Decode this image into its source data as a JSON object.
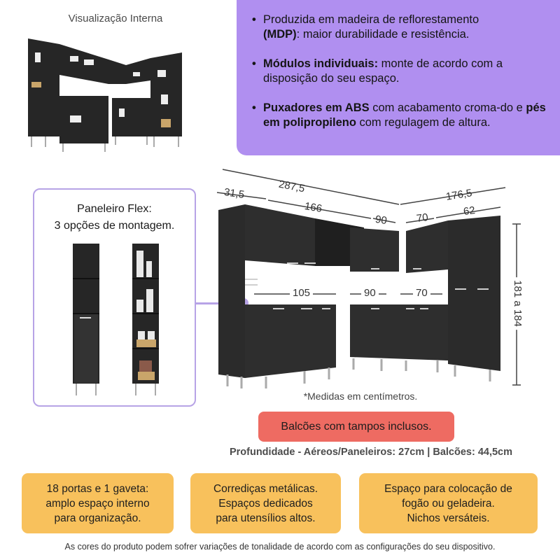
{
  "preview": {
    "title": "Visualização Interna"
  },
  "features": {
    "items": [
      {
        "bold_parts": [
          "(MDP)"
        ],
        "line1": "Produzida em madeira de reflorestamento",
        "line2_bold": "(MDP)",
        "line2_rest": ": maior durabilidade e resistência."
      },
      {
        "bold": "Módulos individuais:",
        "rest": " monte de acordo com a disposição do seu espaço."
      },
      {
        "bold1": "Puxadores em ABS",
        "mid": " com acabamento croma-do e ",
        "bold2": "pés em polipropileno",
        "rest": " com regulagem de altura."
      }
    ]
  },
  "paneleiro": {
    "title_line1": "Paneleiro Flex:",
    "title_line2": "3 opções de montagem."
  },
  "dimensions": {
    "total_left": "287,5",
    "total_right": "176,5",
    "seg_31_5": "31,5",
    "seg_166": "166",
    "seg_90_top": "90",
    "seg_70_top": "70",
    "seg_62": "62",
    "counter_105": "105",
    "counter_90": "90",
    "counter_70": "70",
    "height": "181 a 184"
  },
  "note": "*Medidas em centímetros.",
  "badge": {
    "label": "Balcões com tampos inclusos.",
    "color": "#ee6b62"
  },
  "depth": "Profundidade - Aéreos/Paneleiros: 27cm | Balcões: 44,5cm",
  "cards": [
    {
      "line1": "18 portas e 1 gaveta:",
      "line2": "amplo espaço interno",
      "line3": "para organização."
    },
    {
      "line1": "Corrediças metálicas.",
      "line2": "Espaços dedicados",
      "line3": "para utensílios altos."
    },
    {
      "line1": "Espaço para colocação de",
      "line2": "fogão ou geladeira.",
      "line3": "Nichos versáteis."
    }
  ],
  "colors": {
    "panel_purple": "#b08ff0",
    "box_border": "#b7a3e6",
    "card_yellow": "#f8c15c",
    "cabinet_black": "#2a2a2a"
  },
  "disclaimer": "As cores do produto podem sofrer variações de tonalidade de acordo com as configurações do seu dispositivo."
}
